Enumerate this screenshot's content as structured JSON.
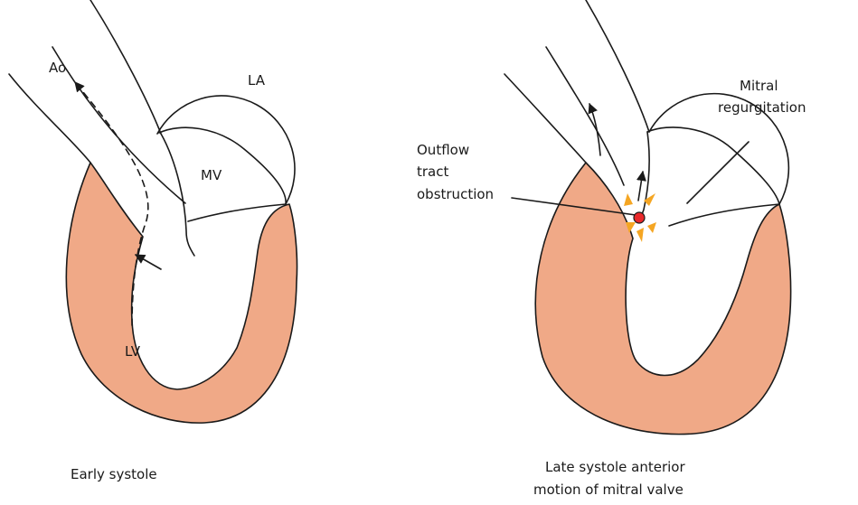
{
  "colors": {
    "myocardium": "#f0a987",
    "outline": "#1a1a1a",
    "obstruction_dot": "#e8292b",
    "spark": "#f5a623"
  },
  "left_panel": {
    "labels": {
      "aorta": "Ao",
      "left_atrium": "LA",
      "mitral_valve": "MV",
      "left_ventricle": "LV"
    },
    "caption": "Early systole"
  },
  "right_panel": {
    "label_mr_line1": "Mitral",
    "label_mr_line2": "regurgitation",
    "label_obs_line1": "Outflow",
    "label_obs_line2": "tract",
    "label_obs_line3": "obstruction",
    "caption_line1": "Late systole anterior",
    "caption_line2": "motion of mitral valve"
  }
}
